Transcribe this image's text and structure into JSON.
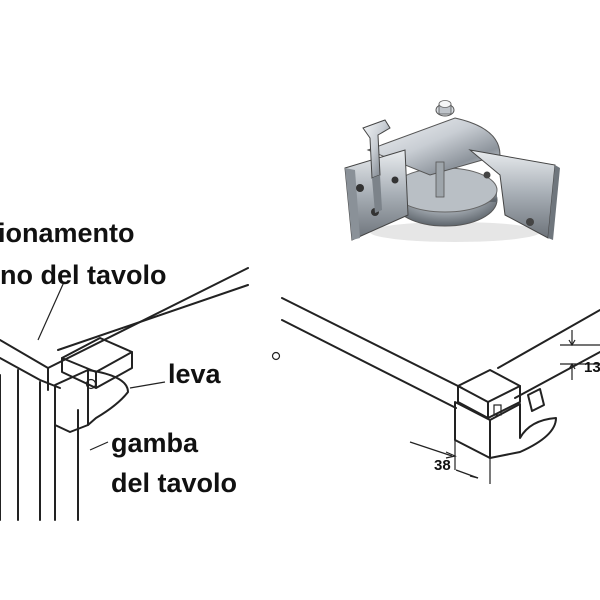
{
  "labels": {
    "positioning": "ionamento",
    "table_top": "no del tavolo",
    "lever": "leva",
    "leg_line1": "gamba",
    "leg_line2": "del tavolo"
  },
  "dimensions": {
    "width": "38",
    "height": "13"
  }
}
